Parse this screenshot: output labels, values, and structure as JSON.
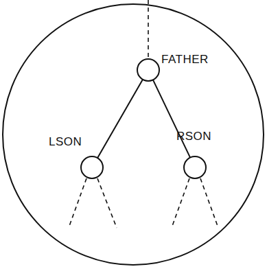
{
  "diagram": {
    "nodes": [
      {
        "text": [
          "FATHER"
        ]
      },
      {
        "text": [
          "LSON"
        ]
      },
      {
        "text": [
          "RSON"
        ]
      }
    ],
    "edges": [
      {
        "from": 0,
        "to": 1,
        "arrow": "none"
      },
      {
        "from": 0,
        "to": 2,
        "arrow": "none"
      }
    ]
  }
}
